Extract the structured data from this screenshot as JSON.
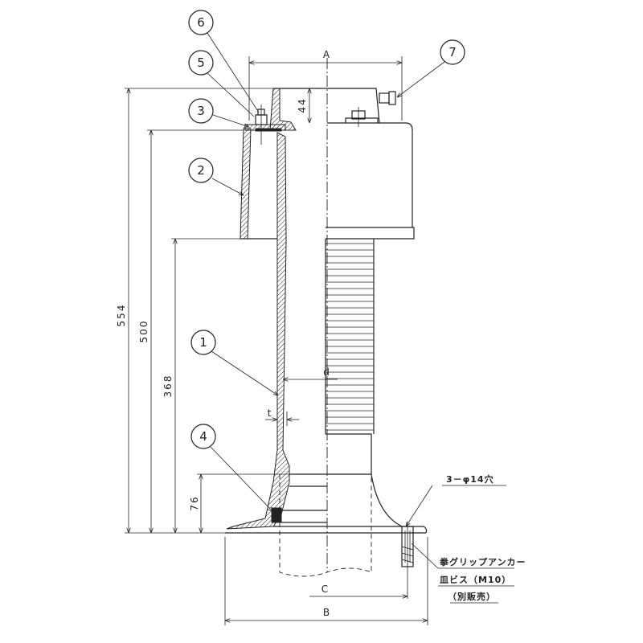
{
  "dimensions": {
    "A": "A",
    "B": "B",
    "C": "C",
    "d": "d",
    "t": "t",
    "overall_height": "554",
    "height_500": "500",
    "height_368": "368",
    "height_76": "76",
    "cap_44": "44"
  },
  "callouts": [
    "1",
    "2",
    "3",
    "4",
    "5",
    "6",
    "7"
  ],
  "notes": {
    "holes": "3－φ14穴",
    "anchor": "拳グリップアンカー",
    "screw": "皿ビス（M10）",
    "sold_separately": "（別販売）"
  }
}
